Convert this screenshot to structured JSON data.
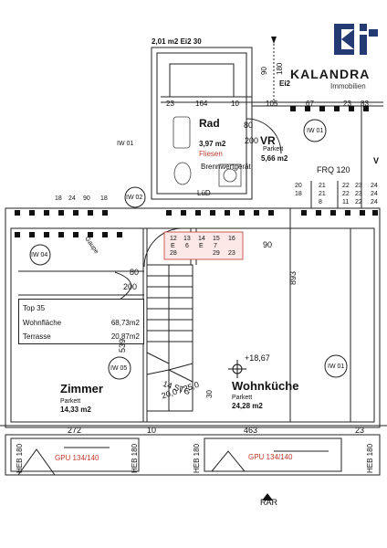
{
  "brand": {
    "name": "KALANDRA",
    "sub": "Immobilien"
  },
  "top_dimensions": {
    "left": "2,01 m2 Ei2 30",
    "ei2": "Ei2",
    "w90": "90",
    "w180": "180",
    "w23a": "23",
    "w164": "164",
    "w10": "10",
    "w105": "105",
    "w67": "67",
    "w23b": "23",
    "w83": "83"
  },
  "rooms": {
    "rad": {
      "name": "Rad",
      "area": "3,97 m2",
      "floor": "Fliesen",
      "label2": "Brennwertgerät",
      "lud": "LüD"
    },
    "vr": {
      "name": "VR",
      "floor": "Parkett",
      "area": "5,66 m2",
      "num80": "80",
      "num200": "200"
    },
    "zimmer": {
      "name": "Zimmer",
      "floor": "Parkett",
      "area": "14,33 m2"
    },
    "wohnkueche": {
      "name": "Wohnküche",
      "floor": "Parkett",
      "area": "24,28 m2"
    }
  },
  "wall_tags": {
    "iw01a": "IW 01",
    "iw01b": "IW 01",
    "iw01c": "IW 01",
    "iw02": "IW 02",
    "iw04": "IW 04",
    "iw05": "IW 05",
    "frq": "FRQ 120",
    "v": "V"
  },
  "unit_box": {
    "top": "Top 35",
    "wohnflaeche_label": "Wohnfläche",
    "wohnflaeche_val": "68,73m2",
    "terrasse_label": "Terrasse",
    "terrasse_val": "20,87m2"
  },
  "stair": {
    "label": "14 STG",
    "dims": "20,0 / 25,0",
    "n80": "80",
    "n200": "200",
    "n30": "30",
    "gaupe": "Gaupe"
  },
  "dims": {
    "d90mid": "90",
    "d893": "893",
    "d539": "539",
    "d272": "272",
    "d10": "10",
    "d463": "463",
    "d23": "23",
    "level": "+18,67"
  },
  "bottom": {
    "heb1": "HEB 180",
    "heb2": "HEB 180",
    "heb3": "HEB 180",
    "heb4": "HEB 180",
    "gpu1": "GPU 134/140",
    "gpu2": "GPU 134/140",
    "rar": "RAR"
  },
  "wall_numbers": {
    "left": [
      "18",
      "24",
      "90",
      "18"
    ],
    "sock": [
      "12",
      "13",
      "14",
      "15",
      "16",
      "E",
      "6",
      "E",
      "7",
      "28",
      "29",
      "23"
    ],
    "right": [
      "20",
      "21",
      "22",
      "23",
      "24",
      "18",
      "21",
      "22",
      "23",
      "24",
      "8",
      "11",
      "22",
      "24"
    ]
  }
}
